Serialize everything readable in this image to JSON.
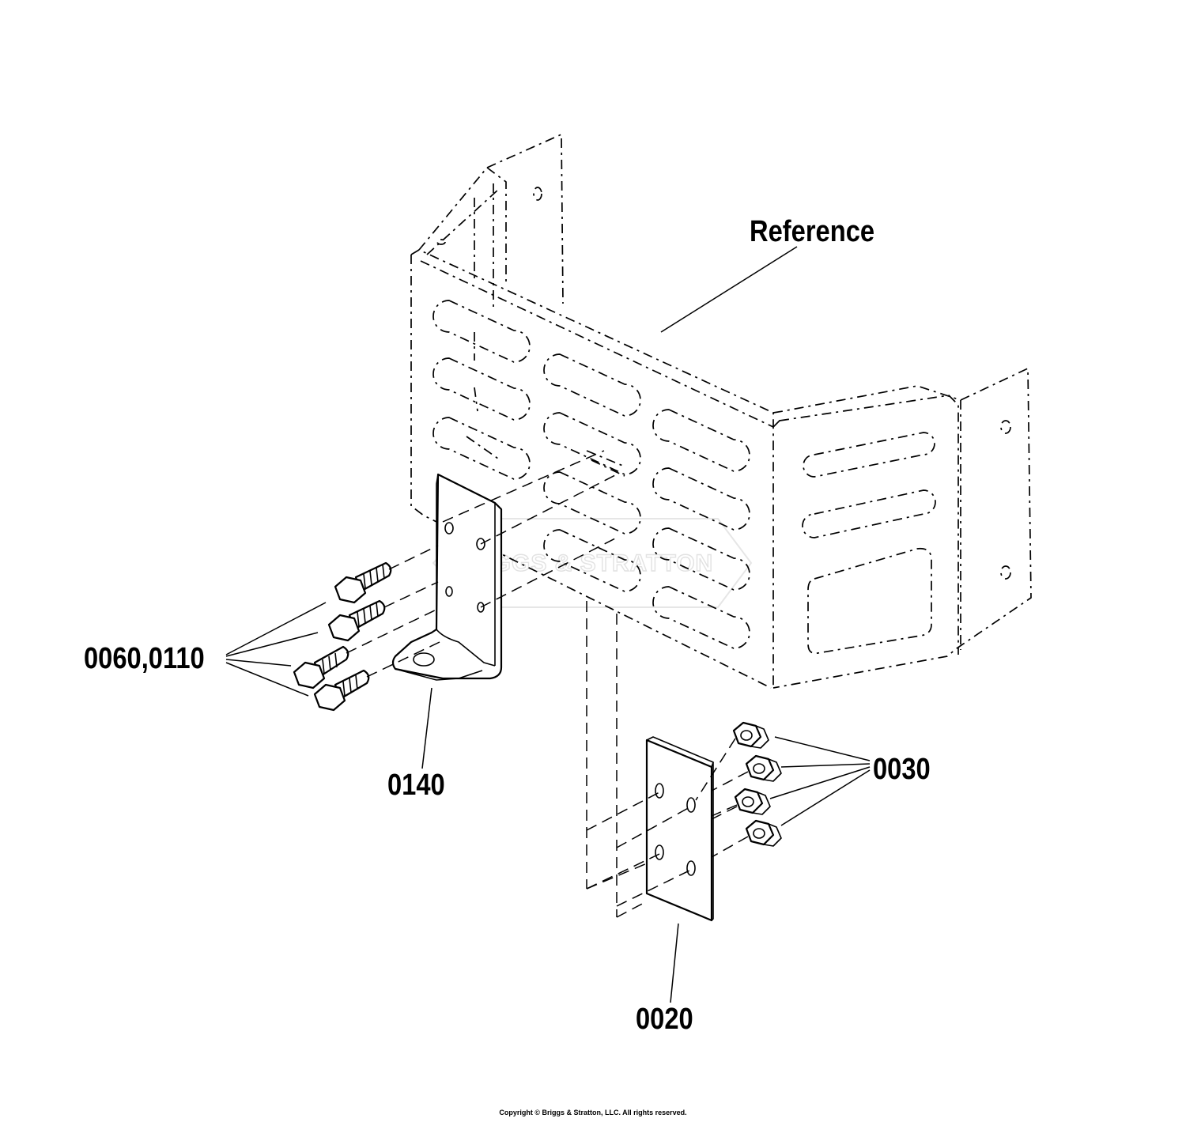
{
  "callouts": {
    "reference": "Reference",
    "bolts": "0060,0110",
    "bracket": "0140",
    "nuts": "0030",
    "plate": "0020"
  },
  "watermark": "BRIGGS & STRATTON",
  "copyright": "Copyright © Briggs & Stratton, LLC. All rights reserved."
}
